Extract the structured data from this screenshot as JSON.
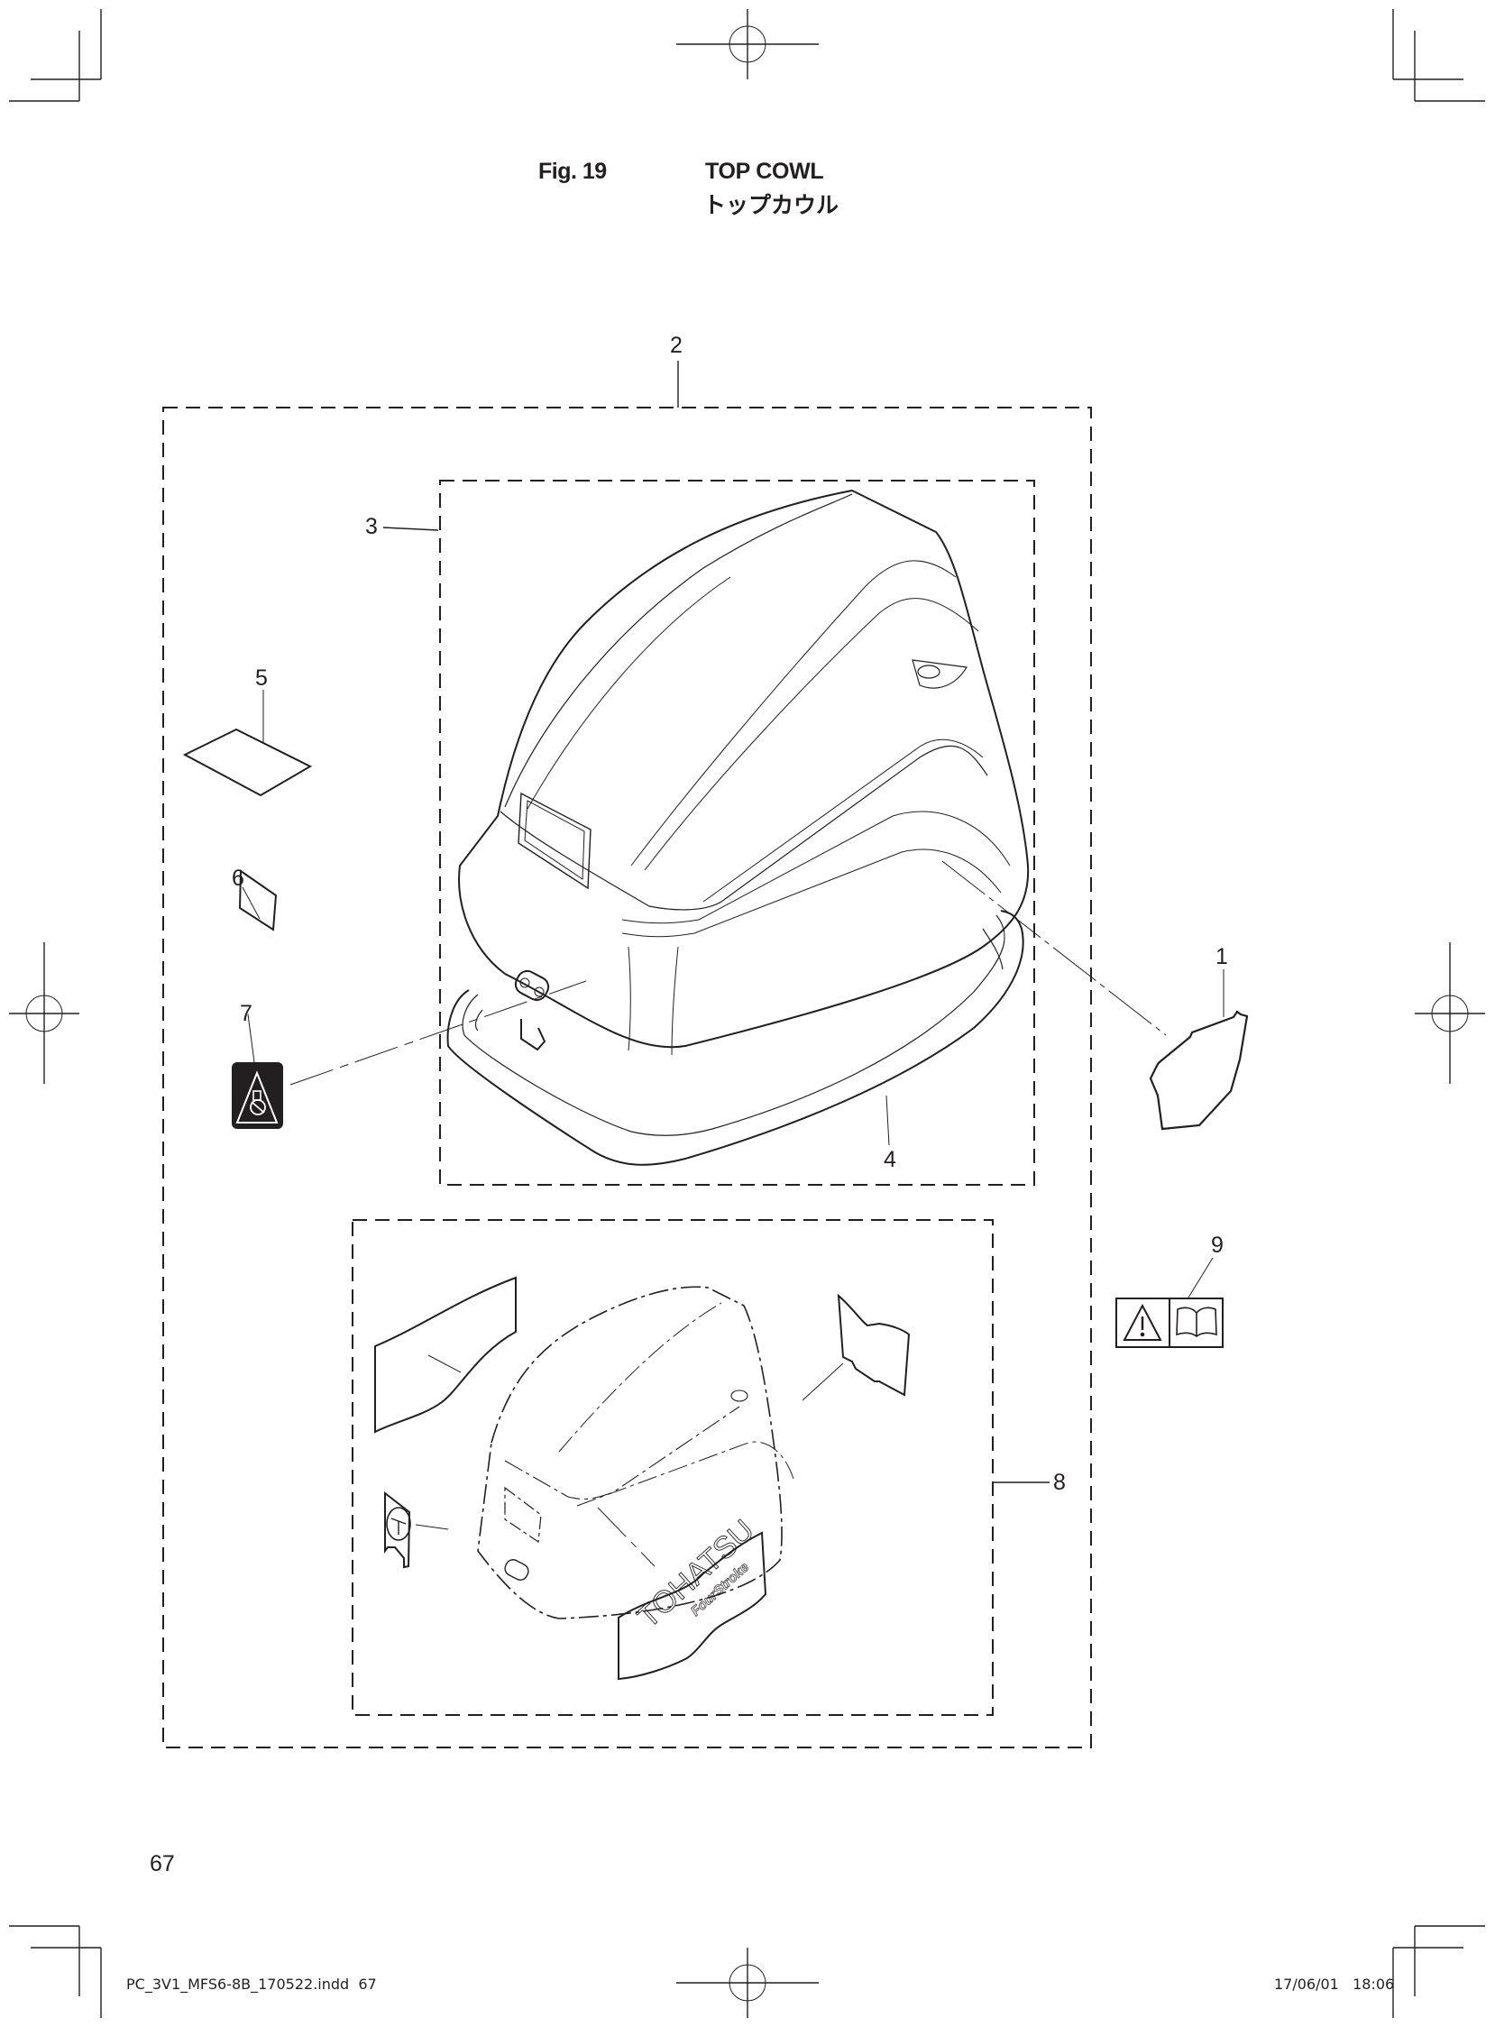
{
  "header": {
    "figure_label": "Fig. 19",
    "title_en": "TOP COWL",
    "title_jp": "トップカウル"
  },
  "callouts": [
    {
      "id": "1",
      "label": "1",
      "part": "side decal (right)"
    },
    {
      "id": "2",
      "label": "2",
      "part": "top cowl assembly"
    },
    {
      "id": "3",
      "label": "3",
      "part": "top cowl"
    },
    {
      "id": "4",
      "label": "4",
      "part": "cowl seal / gasket"
    },
    {
      "id": "5",
      "label": "5",
      "part": "label sheet"
    },
    {
      "id": "6",
      "label": "6",
      "part": "small label"
    },
    {
      "id": "7",
      "label": "7",
      "part": "caution label (black square)"
    },
    {
      "id": "8",
      "label": "8",
      "part": "decal set"
    },
    {
      "id": "9",
      "label": "9",
      "part": "warning / read manual label"
    }
  ],
  "decal_set": {
    "brand_text": "TOHATSU",
    "sub_text": "FourStroke"
  },
  "footer": {
    "page_number": "67",
    "slug_file": "PC_3V1_MFS6-8B_170522.indd  67",
    "slug_date": "17/06/01   18:06"
  },
  "colors": {
    "ink": "#231f20",
    "paper": "#ffffff"
  }
}
